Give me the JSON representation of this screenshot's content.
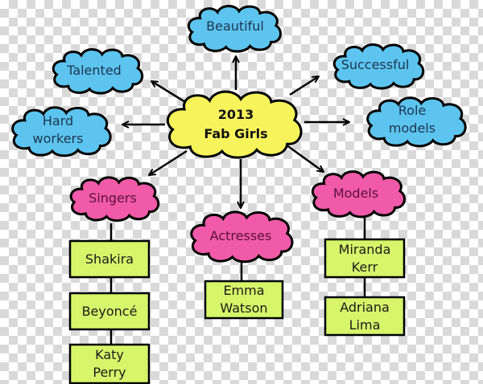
{
  "diagram": {
    "type": "mind-map",
    "colors": {
      "center_fill": "#f7f35a",
      "trait_fill": "#5cc4ee",
      "category_fill": "#f05aa8",
      "person_fill": "#d6f56a",
      "stroke": "#000000"
    },
    "center": {
      "line1": "2013",
      "line2": "Fab Girls"
    },
    "traits": [
      {
        "id": "beautiful",
        "label": "Beautiful"
      },
      {
        "id": "talented",
        "label": "Talented"
      },
      {
        "id": "successful",
        "label": "Successful"
      },
      {
        "id": "hard-workers",
        "line1": "Hard",
        "line2": "workers"
      },
      {
        "id": "role-models",
        "line1": "Role",
        "line2": "models"
      }
    ],
    "categories": [
      {
        "id": "singers",
        "label": "Singers",
        "people": [
          {
            "line1": "Shakira"
          },
          {
            "line1": "Beyoncé"
          },
          {
            "line1": "Katy",
            "line2": "Perry"
          }
        ]
      },
      {
        "id": "actresses",
        "label": "Actresses",
        "people": [
          {
            "line1": "Emma",
            "line2": "Watson"
          }
        ]
      },
      {
        "id": "models",
        "label": "Models",
        "people": [
          {
            "line1": "Miranda",
            "line2": "Kerr"
          },
          {
            "line1": "Adriana",
            "line2": "Lima"
          }
        ]
      }
    ]
  }
}
